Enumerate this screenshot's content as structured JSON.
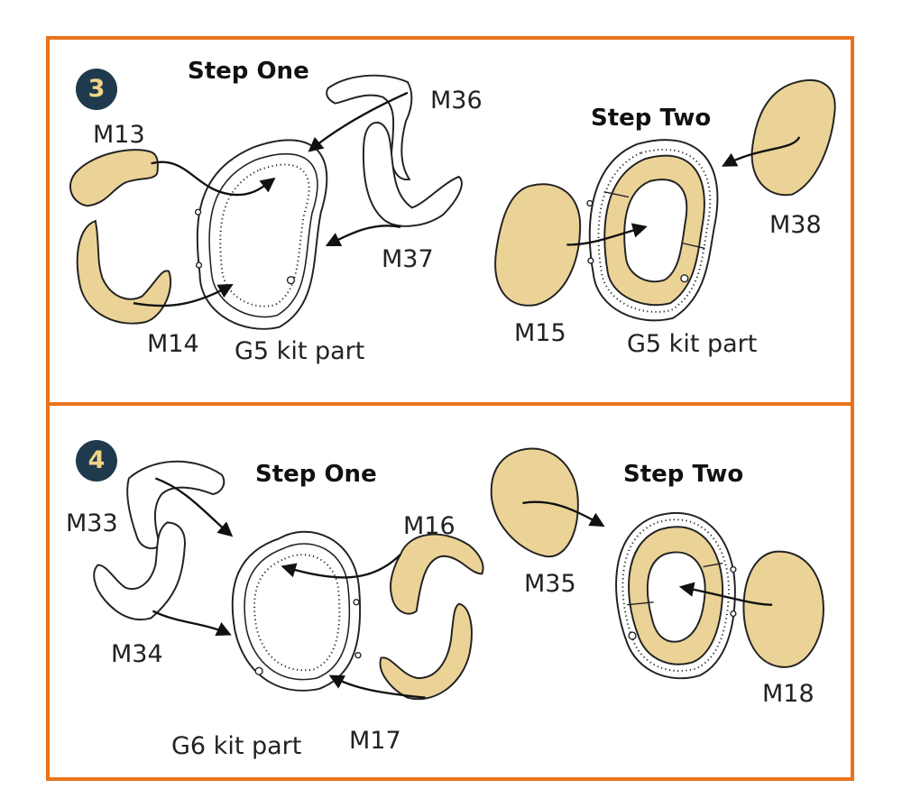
{
  "colors": {
    "border": "#E8731A",
    "part_fill": "#EBD397",
    "badge_bg": "#1E3A4C",
    "badge_text": "#F1D48A"
  },
  "panel3": {
    "badge": "3",
    "step_one": "Step One",
    "step_two": "Step Two",
    "labels": {
      "m13": "M13",
      "m14": "M14",
      "m36": "M36",
      "m37": "M37",
      "g5_left": "G5 kit part",
      "m15": "M15",
      "m38": "M38",
      "g5_right": "G5 kit part"
    }
  },
  "panel4": {
    "badge": "4",
    "step_one": "Step One",
    "step_two": "Step Two",
    "labels": {
      "m33": "M33",
      "m34": "M34",
      "m16": "M16",
      "m17": "M17",
      "g6": "G6 kit part",
      "m35": "M35",
      "m18": "M18"
    }
  }
}
